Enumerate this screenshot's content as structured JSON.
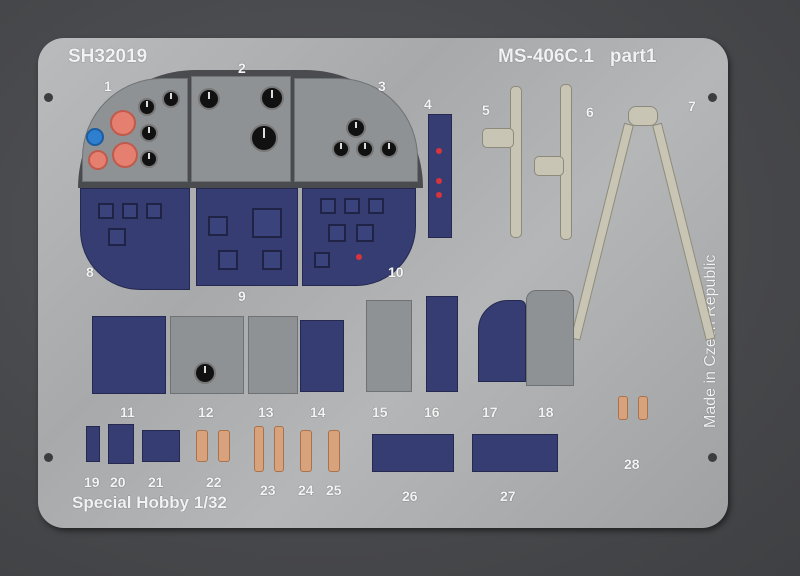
{
  "fret": {
    "code": "SH32019",
    "title": "MS-406C.1   part1",
    "brand": "Special Hobby 1/32",
    "origin": "Made in Czech Republic"
  },
  "labels": [
    "1",
    "2",
    "3",
    "4",
    "5",
    "6",
    "7",
    "8",
    "9",
    "10",
    "11",
    "12",
    "13",
    "14",
    "15",
    "16",
    "17",
    "18",
    "19",
    "20",
    "21",
    "22",
    "23",
    "24",
    "25",
    "26",
    "27",
    "28"
  ],
  "colors": {
    "background": "#4a4b4e",
    "fret_metal": "#b4b6b8",
    "panel_blue": "#353d72",
    "dial_red": "#e57f6f",
    "dial_blue": "#2f7fd0",
    "copper": "#d8a27c",
    "harness": "#c9c5b4"
  }
}
